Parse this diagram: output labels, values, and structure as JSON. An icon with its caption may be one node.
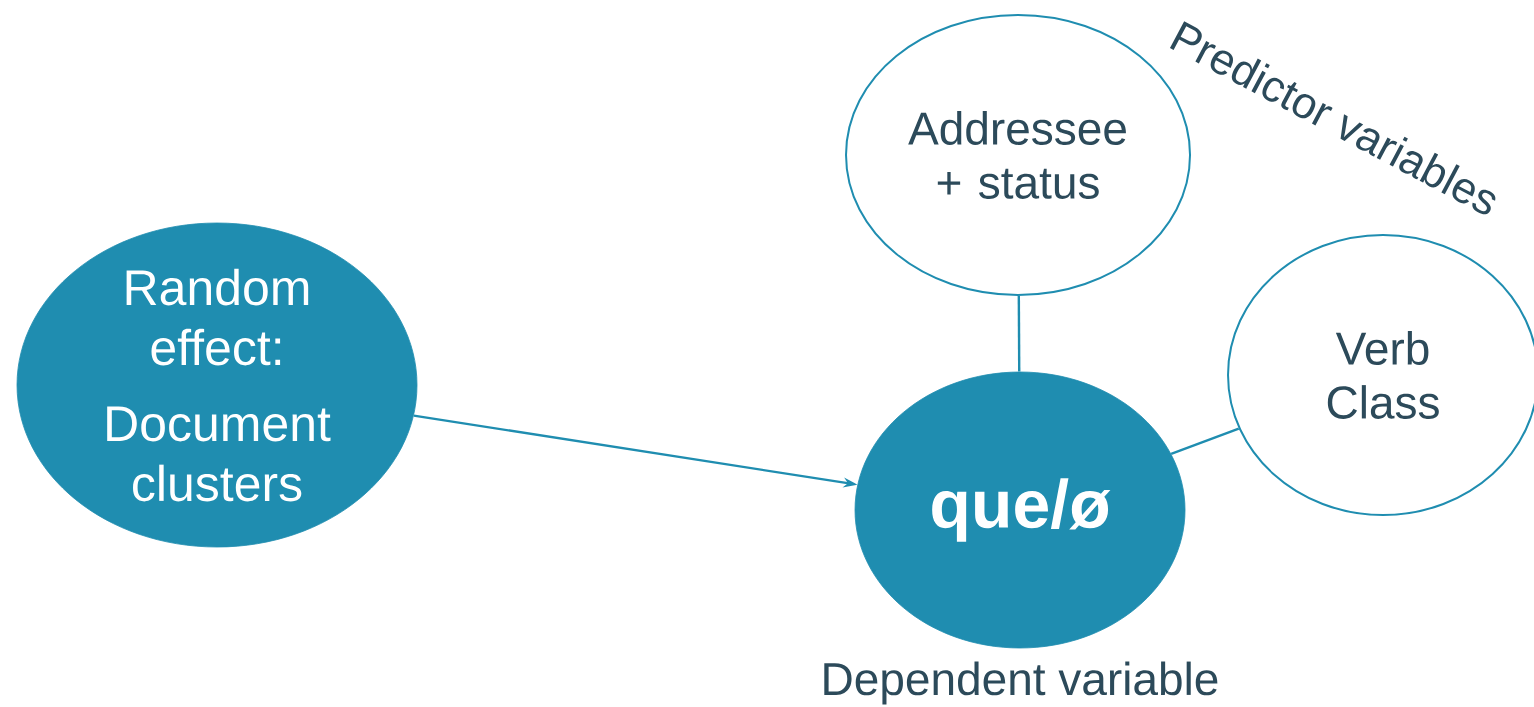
{
  "diagram": {
    "nodes": [
      {
        "text": [
          "Random effect:",
          "Document clusters"
        ]
      },
      {
        "text": [
          "Addressee + status"
        ]
      },
      {
        "text": [
          "Verb Class"
        ]
      },
      {
        "text": [
          "que/ø"
        ],
        "beside": [
          "Dependent variable"
        ]
      }
    ],
    "edges": [
      {
        "from": 0,
        "to": 3,
        "arrow": "to"
      },
      {
        "from": 1,
        "to": 3,
        "arrow": "none"
      },
      {
        "from": 2,
        "to": 3,
        "arrow": "none"
      }
    ],
    "labels": [
      "Predictor variables"
    ]
  }
}
